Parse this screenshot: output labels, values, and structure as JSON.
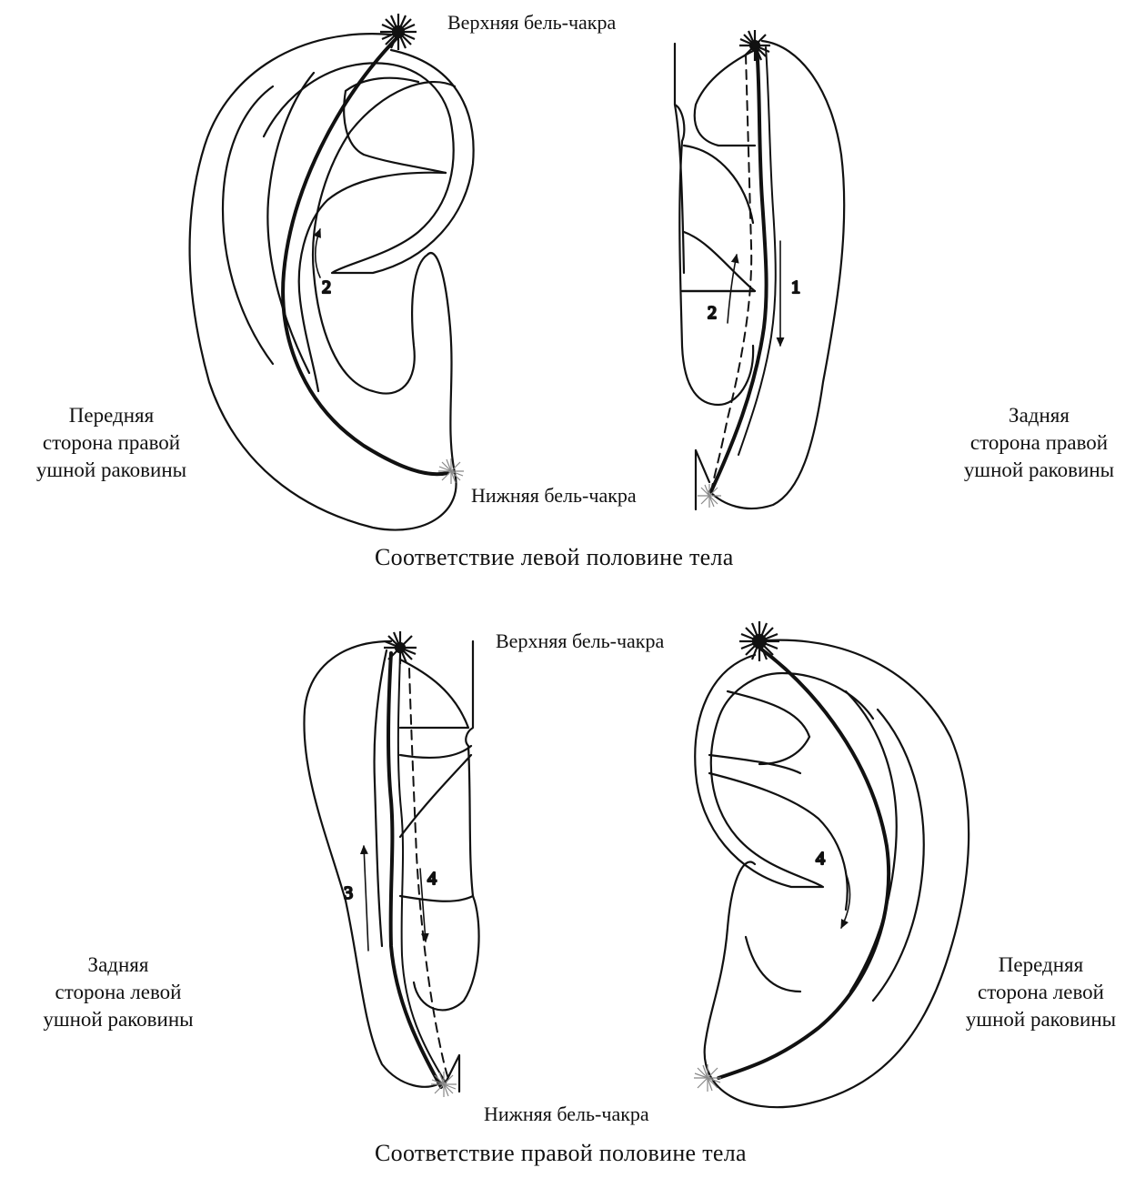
{
  "top": {
    "upper_chakra": "Верхняя бель-чакра",
    "lower_chakra": "Нижняя бель-чакра",
    "left_label": [
      "Передняя",
      "сторона правой",
      "ушной раковины"
    ],
    "right_label": [
      "Задняя",
      "сторона правой",
      "ушной раковины"
    ],
    "caption": "Соответствие левой половине тела",
    "arrow_numbers": [
      "2",
      "2",
      "1"
    ]
  },
  "bottom": {
    "upper_chakra": "Верхняя бель-чакра",
    "lower_chakra": "Нижняя бель-чакра",
    "left_label": [
      "Задняя",
      "сторона левой",
      "ушной раковины"
    ],
    "right_label": [
      "Передняя",
      "сторона левой",
      "ушной раковины"
    ],
    "caption": "Соответствие правой половине тела",
    "arrow_numbers": [
      "3",
      "4",
      "4"
    ]
  }
}
